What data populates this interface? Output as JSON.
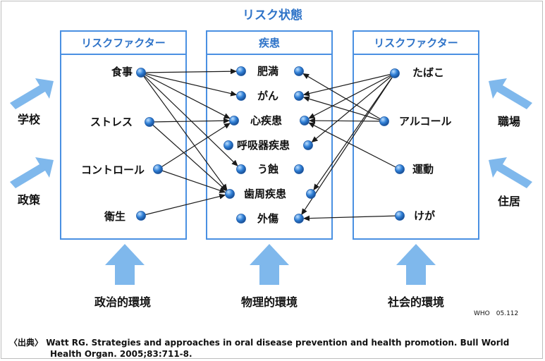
{
  "title": "リスク状態",
  "boxes": {
    "left": {
      "header": "リスクファクター",
      "items": [
        "食事",
        "ストレス",
        "コントロール",
        "衛生"
      ]
    },
    "middle": {
      "header": "疾患",
      "items": [
        "肥満",
        "がん",
        "心疾患",
        "呼吸器疾患",
        "う蝕",
        "歯周疾患",
        "外傷"
      ]
    },
    "right": {
      "header": "リスクファクター",
      "items": [
        "たばこ",
        "アルコール",
        "運動",
        "けが"
      ]
    }
  },
  "side_labels": {
    "school": "学校",
    "policy": "政策",
    "workplace": "職場",
    "housing": "住居"
  },
  "environments": {
    "political": "政治的環境",
    "physical": "物理的環境",
    "social": "社会的環境"
  },
  "who_code": "WHO　05.112",
  "source": {
    "prefix": "〈出典〉",
    "line1": "Watt RG. Strategies and approaches in oral disease prevention and health promotion. Bull World",
    "line2": "Health Organ. 2005;83:711-8."
  },
  "colors": {
    "accent": "#4a90e2",
    "title": "#2e73c8",
    "arrow": "#7fb8ec",
    "node": "#2f7fd6",
    "line": "#1a1a1a"
  },
  "connections": {
    "left_to_middle": [
      [
        "食事",
        "肥満"
      ],
      [
        "食事",
        "がん"
      ],
      [
        "食事",
        "心疾患"
      ],
      [
        "食事",
        "う蝕"
      ],
      [
        "食事",
        "歯周疾患"
      ],
      [
        "ストレス",
        "心疾患"
      ],
      [
        "ストレス",
        "歯周疾患"
      ],
      [
        "コントロール",
        "心疾患"
      ],
      [
        "コントロール",
        "歯周疾患"
      ],
      [
        "衛生",
        "歯周疾患"
      ]
    ],
    "right_to_middle": [
      [
        "たばこ",
        "がん"
      ],
      [
        "たばこ",
        "心疾患"
      ],
      [
        "たばこ",
        "呼吸器疾患"
      ],
      [
        "たばこ",
        "歯周疾患"
      ],
      [
        "たばこ",
        "外傷"
      ],
      [
        "アルコール",
        "肥満"
      ],
      [
        "アルコール",
        "がん"
      ],
      [
        "アルコール",
        "心疾患"
      ],
      [
        "運動",
        "心疾患"
      ],
      [
        "けが",
        "外傷"
      ]
    ]
  }
}
